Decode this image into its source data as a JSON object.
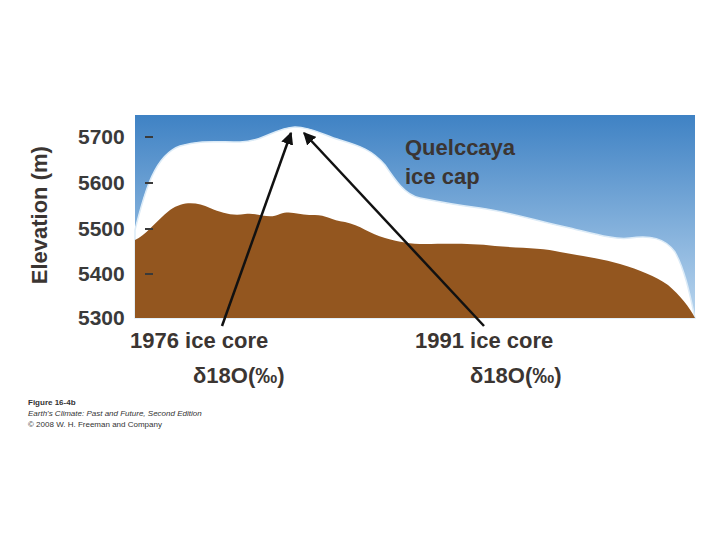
{
  "diagram": {
    "labels": [
      "Elevation (m)",
      "5700",
      "5600",
      "5500",
      "5400",
      "5300",
      "Quelccaya ice cap",
      "1976 ice core",
      "δ18O(‰)",
      "1991 ice core",
      "δ18O(‰)",
      "Figure 16-4b",
      "Earth's Climate: Past and Future, Second Edition",
      "© 2008 W. H. Freeman and Company"
    ]
  }
}
